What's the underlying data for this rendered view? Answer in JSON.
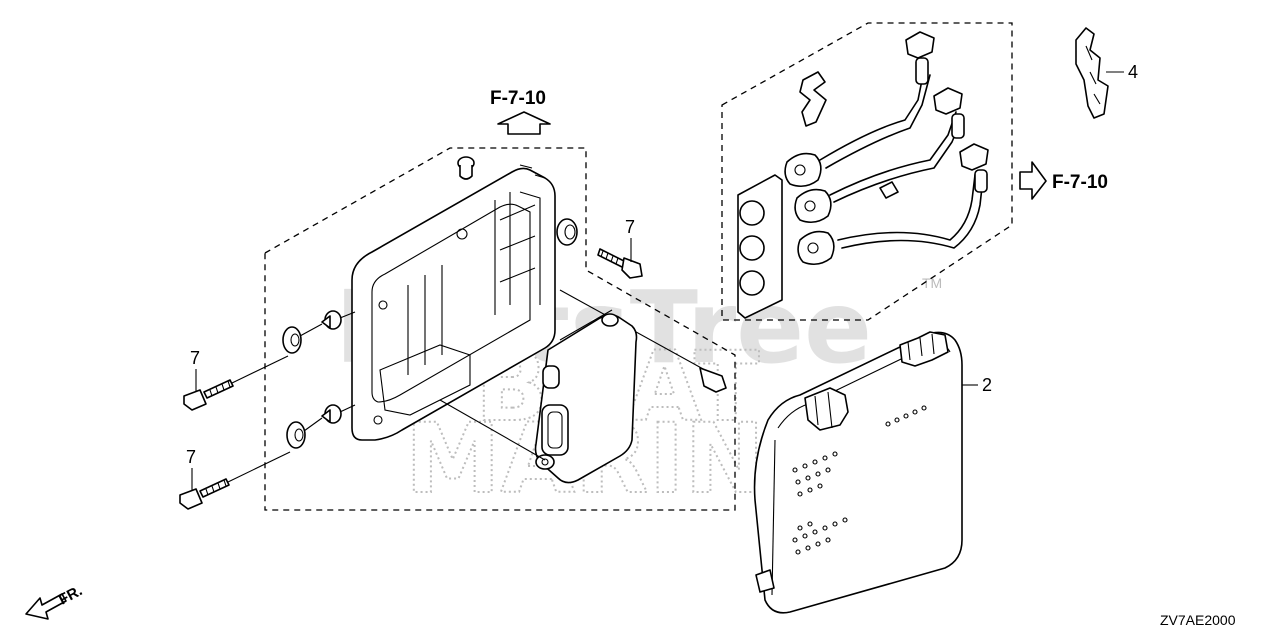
{
  "watermark": {
    "brand": "PartsTree",
    "trademark": "TM",
    "line1": "BOAT",
    "line2": "MARINE"
  },
  "references": {
    "top": "F-7-10",
    "right": "F-7-10"
  },
  "callouts": {
    "bolt_upper_left": "7",
    "bolt_lower_left": "7",
    "bolt_upper_right": "7",
    "cover": "2",
    "clip": "4"
  },
  "direction_label": "FR.",
  "diagram_code": "ZV7AE2000"
}
